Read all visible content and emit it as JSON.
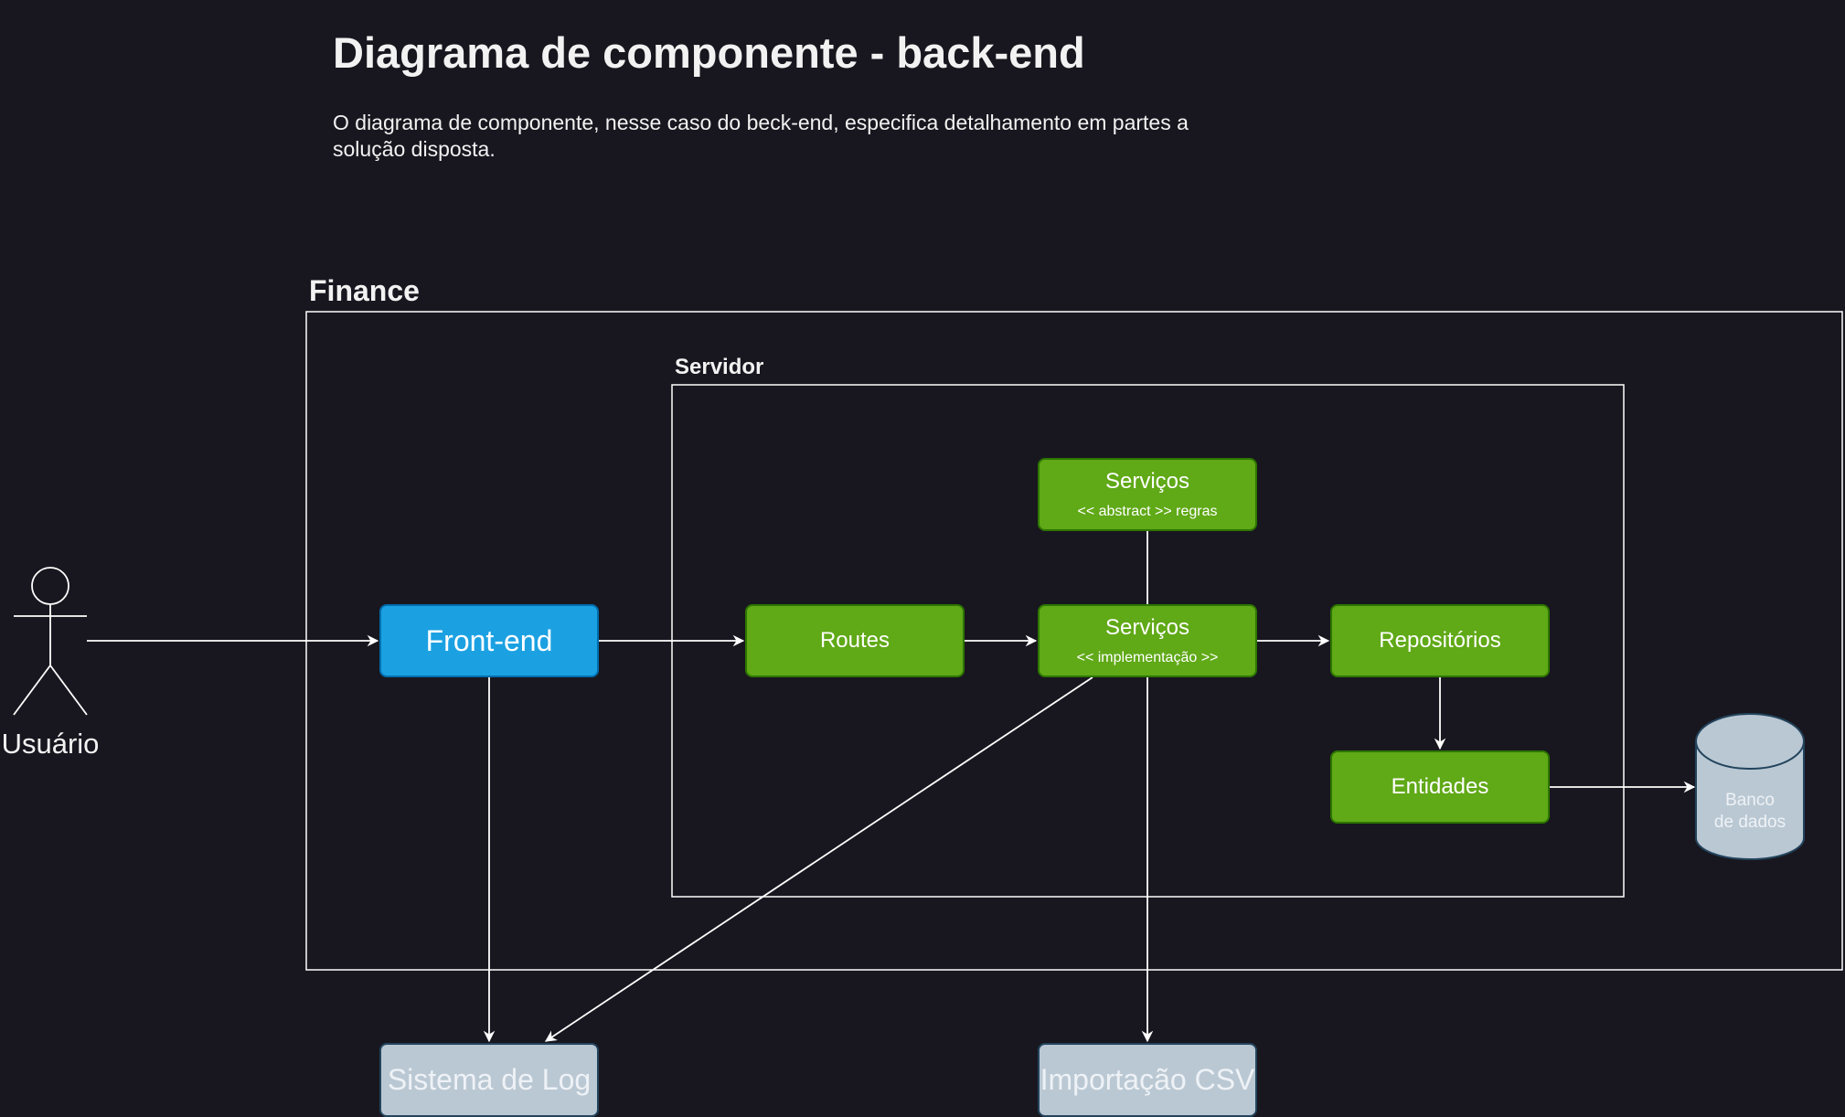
{
  "header": {
    "title": "Diagrama de componente - back-end",
    "description": "O diagrama de componente, nesse caso do beck-end, especifica detalhamento em partes a solução disposta."
  },
  "frames": {
    "finance": "Finance",
    "servidor": "Servidor"
  },
  "actor": {
    "label": "Usuário"
  },
  "components": {
    "frontend": "Front-end",
    "routes": "Routes",
    "services_abstract": {
      "title": "Serviços",
      "subtitle": "<< abstract >> regras"
    },
    "services_impl": {
      "title": "Serviços",
      "subtitle": "<< implementação >>"
    },
    "repositories": "Repositórios",
    "entities": "Entidades",
    "database": {
      "line1": "Banco",
      "line2": "de dados"
    },
    "log_system": "Sistema de Log",
    "csv_import": "Importação CSV"
  },
  "colors": {
    "background": "#18171f",
    "component_green": "#60a917",
    "component_blue": "#1ba1e2",
    "external_grey": "#bac8d3",
    "line": "#ffffff"
  }
}
